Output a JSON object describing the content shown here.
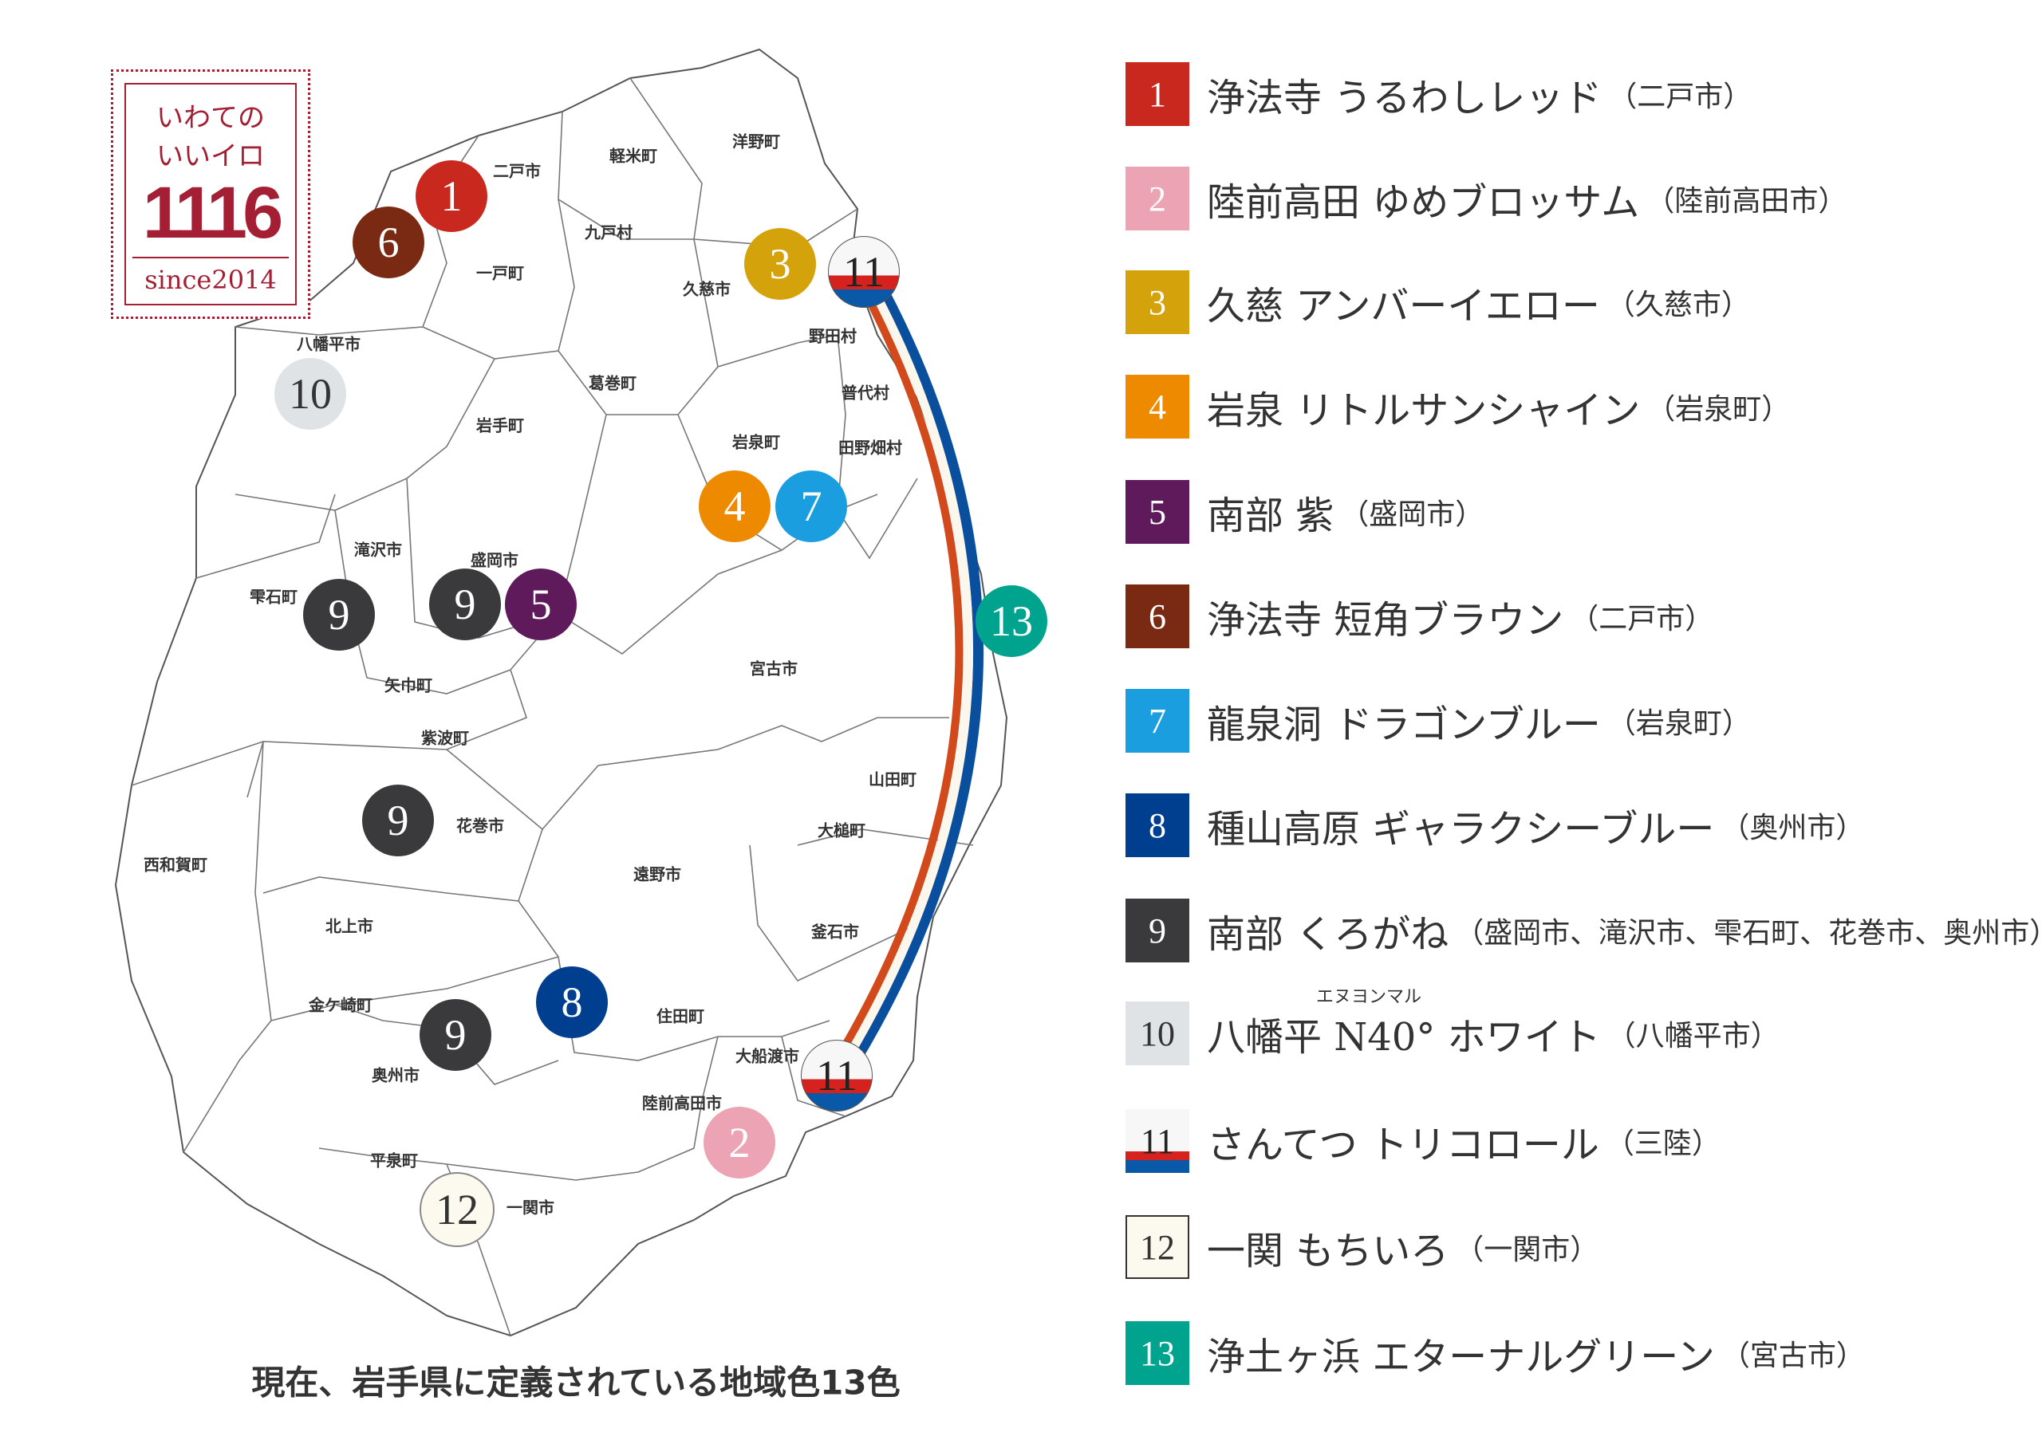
{
  "stamp": {
    "line1": "いわての",
    "line2": "いいイロ",
    "number": "1116",
    "since": "since2014"
  },
  "municipalities": [
    "二戸市",
    "軽米町",
    "洋野町",
    "九戸村",
    "一戸町",
    "久慈市",
    "野田村",
    "八幡平市",
    "葛巻町",
    "普代村",
    "岩手町",
    "岩泉町",
    "田野畑村",
    "滝沢市",
    "盛岡市",
    "雫石町",
    "宮古市",
    "矢巾町",
    "紫波町",
    "山田町",
    "花巻市",
    "大槌町",
    "西和賀町",
    "遠野市",
    "北上市",
    "釜石市",
    "金ケ崎町",
    "住田町",
    "奥州市",
    "大船渡市",
    "陸前高田市",
    "平泉町",
    "一関市"
  ],
  "pins": [
    {
      "num": "1",
      "color": "#c8281e"
    },
    {
      "num": "6",
      "color": "#7a2a12"
    },
    {
      "num": "3",
      "color": "#d4a20a"
    },
    {
      "num": "11",
      "color": "tricolor"
    },
    {
      "num": "10",
      "color": "#dfe3e6"
    },
    {
      "num": "4",
      "color": "#ee8a00"
    },
    {
      "num": "7",
      "color": "#1a9ee0"
    },
    {
      "num": "13",
      "color": "#00a48e"
    },
    {
      "num": "9",
      "color": "#3a3a3c"
    },
    {
      "num": "9",
      "color": "#3a3a3c"
    },
    {
      "num": "5",
      "color": "#5e1a5a"
    },
    {
      "num": "9",
      "color": "#3a3a3c"
    },
    {
      "num": "8",
      "color": "#003e8f"
    },
    {
      "num": "9",
      "color": "#3a3a3c"
    },
    {
      "num": "11",
      "color": "tricolor"
    },
    {
      "num": "2",
      "color": "#eca3b3"
    },
    {
      "num": "12",
      "color": "#fcf9ef"
    }
  ],
  "caption": "現在、岩手県に定義されている地域色13色",
  "legend": [
    {
      "num": "1",
      "name": "浄法寺 うるわしレッド",
      "place": "（二戸市）",
      "color": "#c8281e"
    },
    {
      "num": "2",
      "name": "陸前高田 ゆめブロッサム",
      "place": "（陸前高田市）",
      "color": "#eca3b3"
    },
    {
      "num": "3",
      "name": "久慈 アンバーイエロー",
      "place": "（久慈市）",
      "color": "#d4a20a"
    },
    {
      "num": "4",
      "name": "岩泉 リトルサンシャイン",
      "place": "（岩泉町）",
      "color": "#ee8a00"
    },
    {
      "num": "5",
      "name": "南部 紫",
      "place": "（盛岡市）",
      "color": "#5e1a5a"
    },
    {
      "num": "6",
      "name": "浄法寺 短角ブラウン",
      "place": "（二戸市）",
      "color": "#7a2a12"
    },
    {
      "num": "7",
      "name": "龍泉洞 ドラゴンブルー",
      "place": "（岩泉町）",
      "color": "#1a9ee0"
    },
    {
      "num": "8",
      "name": "種山高原 ギャラクシーブルー",
      "place": "（奥州市）",
      "color": "#003e8f"
    },
    {
      "num": "9",
      "name": "南部 くろがね",
      "place": "（盛岡市、滝沢市、雫石町、花巻市、奥州市）",
      "color": "#3a3a3c"
    },
    {
      "num": "10",
      "name": "八幡平 N40° ホワイト",
      "place": "（八幡平市）",
      "color": "#dfe3e6",
      "ruby": "エヌヨンマル"
    },
    {
      "num": "11",
      "name": "さんてつ トリコロール",
      "place": "（三陸）",
      "color": "tricolor"
    },
    {
      "num": "12",
      "name": "一関 もちいろ",
      "place": "（一関市）",
      "color": "#fcf9ef"
    },
    {
      "num": "13",
      "name": "浄土ヶ浜 エターナルグリーン",
      "place": "（宮古市）",
      "color": "#00a48e"
    }
  ]
}
